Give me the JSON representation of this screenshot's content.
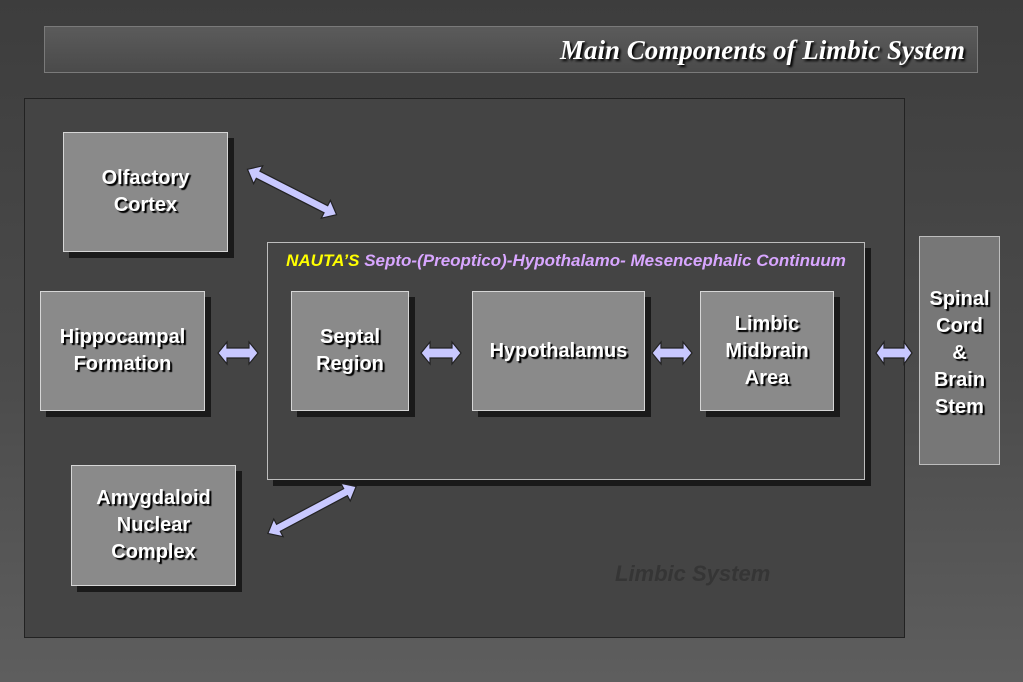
{
  "title": "Main Components of Limbic System",
  "boxes": {
    "olfactory": "Olfactory\nCortex",
    "hippocampal": "Hippocampal\nFormation",
    "amygdaloid": "Amygdaloid\nNuclear\nComplex",
    "septal": "Septal\nRegion",
    "hypothalamus": "Hypothalamus",
    "limbic_midbrain": "Limbic\nMidbrain\nArea",
    "spinal": "Spinal\nCord\n&\nBrain\nStem"
  },
  "continuum": {
    "nauta": "NAUTA’S",
    "rest": " Septo-(Preoptico)-Hypothalamo- Mesencephalic Continuum"
  },
  "limbic_system_label": "Limbic System",
  "colors": {
    "arrow_fill": "#c8c8ff",
    "nauta": "#ffff00",
    "continuum_text": "#d8a6ff"
  }
}
